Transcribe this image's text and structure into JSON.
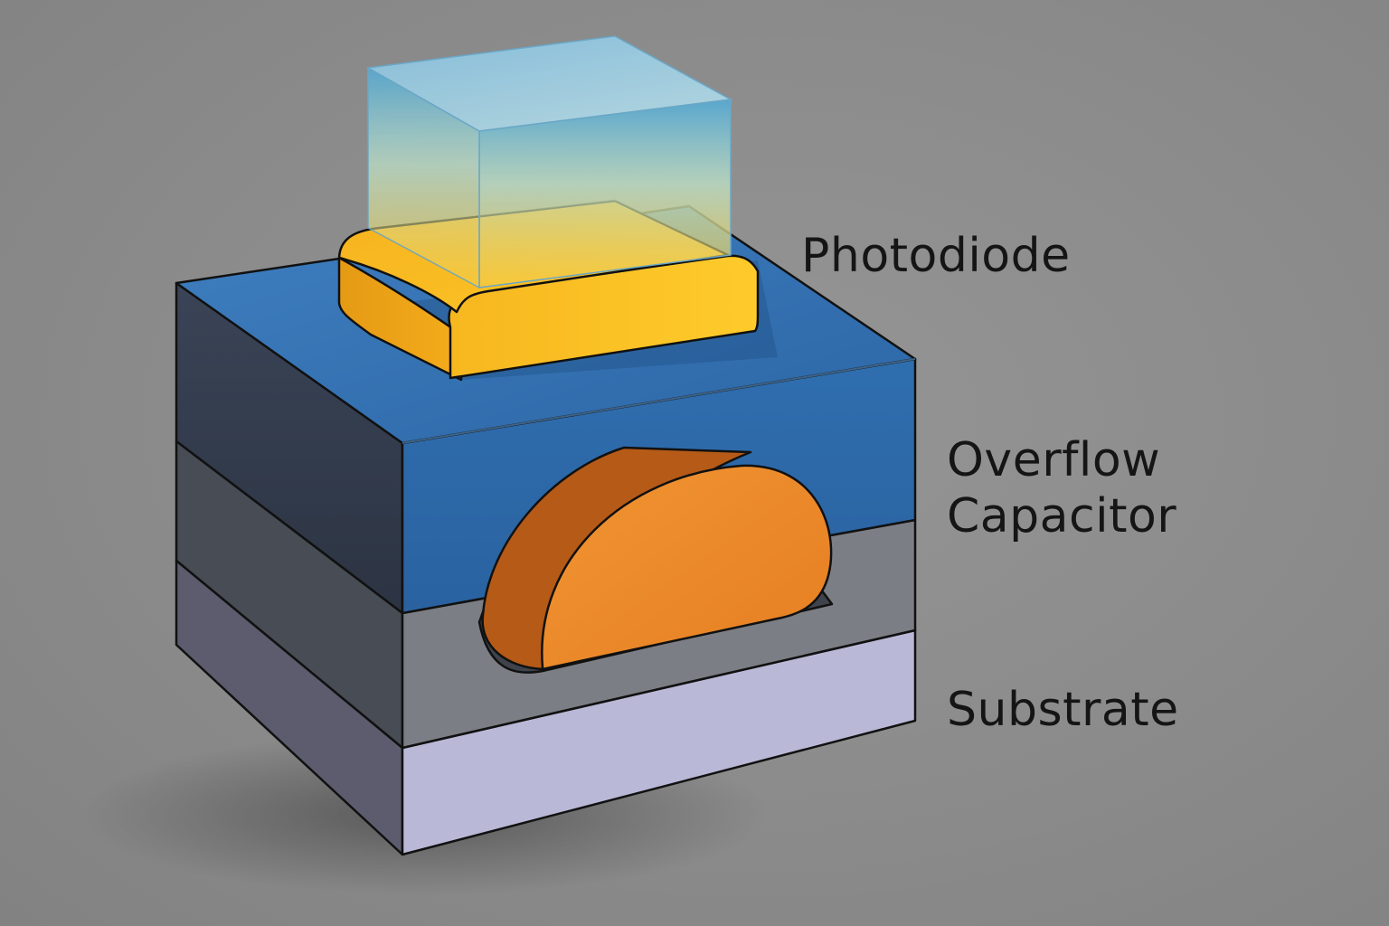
{
  "labels": {
    "photodiode": "Photodiode",
    "overflow_capacitor_line1": "Overflow",
    "overflow_capacitor_line2": "Capacitor",
    "substrate": "Substrate"
  },
  "colors": {
    "background": "#8b8b8b",
    "blue_layer": "#2f6aa8",
    "photodiode_yellow": "#f7b51c",
    "capacitor_orange": "#e9842a",
    "gray_layer": "#7c7f85",
    "substrate_lavender": "#b9b8d6",
    "outline": "#111111"
  }
}
